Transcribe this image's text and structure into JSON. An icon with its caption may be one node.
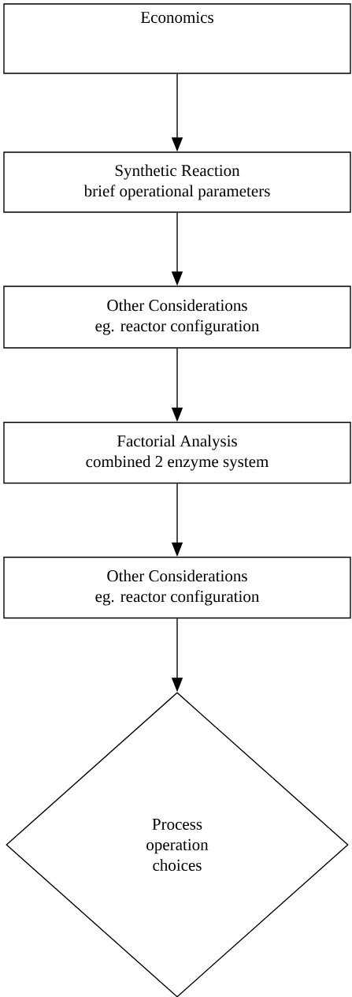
{
  "diagram": {
    "nodes": [
      {
        "text": [
          "Economics"
        ]
      },
      {
        "text": [
          "Synthetic Reaction",
          "brief operational parameters"
        ]
      },
      {
        "text": [
          "Other Considerations",
          "eg. reactor configuration"
        ]
      },
      {
        "text": [
          "Factorial Analysis",
          "combined 2 enzyme system"
        ]
      },
      {
        "text": [
          "Other Considerations",
          "eg. reactor configuration"
        ]
      },
      {
        "text": [
          "Process operation choices"
        ]
      }
    ],
    "edges": [
      {
        "from": 0,
        "to": 1,
        "arrow": "to"
      },
      {
        "from": 1,
        "to": 2,
        "arrow": "to"
      },
      {
        "from": 2,
        "to": 3,
        "arrow": "to"
      },
      {
        "from": 3,
        "to": 4,
        "arrow": "to"
      },
      {
        "from": 4,
        "to": 5,
        "arrow": "to"
      }
    ]
  }
}
